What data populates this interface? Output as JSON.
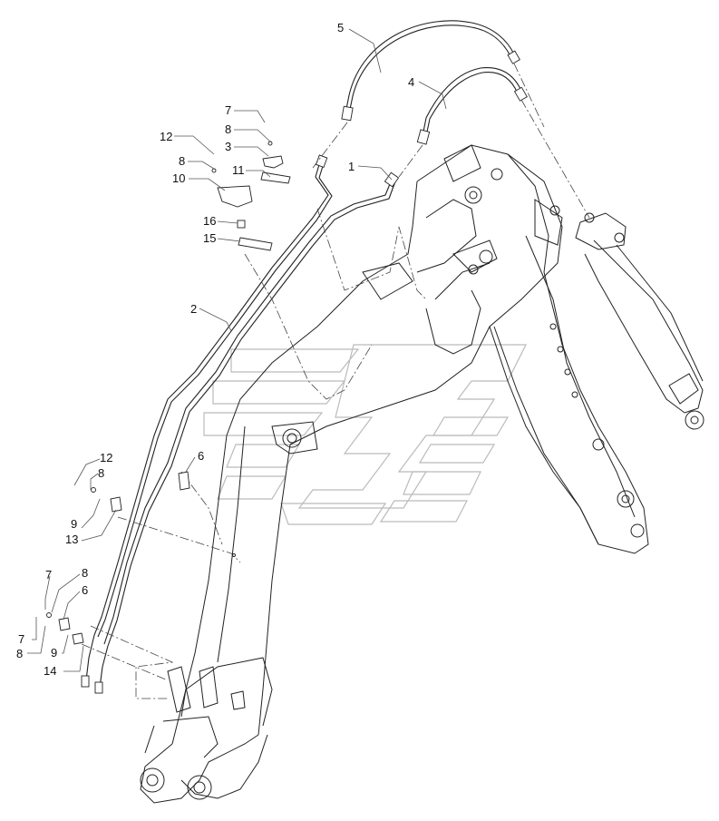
{
  "callouts": [
    {
      "id": "c5",
      "text": "5"
    },
    {
      "id": "c4",
      "text": "4"
    },
    {
      "id": "c1",
      "text": "1"
    },
    {
      "id": "c7a",
      "text": "7"
    },
    {
      "id": "c8a",
      "text": "8"
    },
    {
      "id": "c3",
      "text": "3"
    },
    {
      "id": "c12a",
      "text": "12"
    },
    {
      "id": "c8b",
      "text": "8"
    },
    {
      "id": "c11",
      "text": "11"
    },
    {
      "id": "c10",
      "text": "10"
    },
    {
      "id": "c16",
      "text": "16"
    },
    {
      "id": "c15",
      "text": "15"
    },
    {
      "id": "c2",
      "text": "2"
    },
    {
      "id": "c6a",
      "text": "6"
    },
    {
      "id": "c12b",
      "text": "12"
    },
    {
      "id": "c8c",
      "text": "8"
    },
    {
      "id": "c9a",
      "text": "9"
    },
    {
      "id": "c13",
      "text": "13"
    },
    {
      "id": "c7b",
      "text": "7"
    },
    {
      "id": "c8d",
      "text": "8"
    },
    {
      "id": "c6b",
      "text": "6"
    },
    {
      "id": "c7c",
      "text": "7"
    },
    {
      "id": "c8e",
      "text": "8"
    },
    {
      "id": "c9b",
      "text": "9"
    },
    {
      "id": "c14",
      "text": "14"
    }
  ]
}
